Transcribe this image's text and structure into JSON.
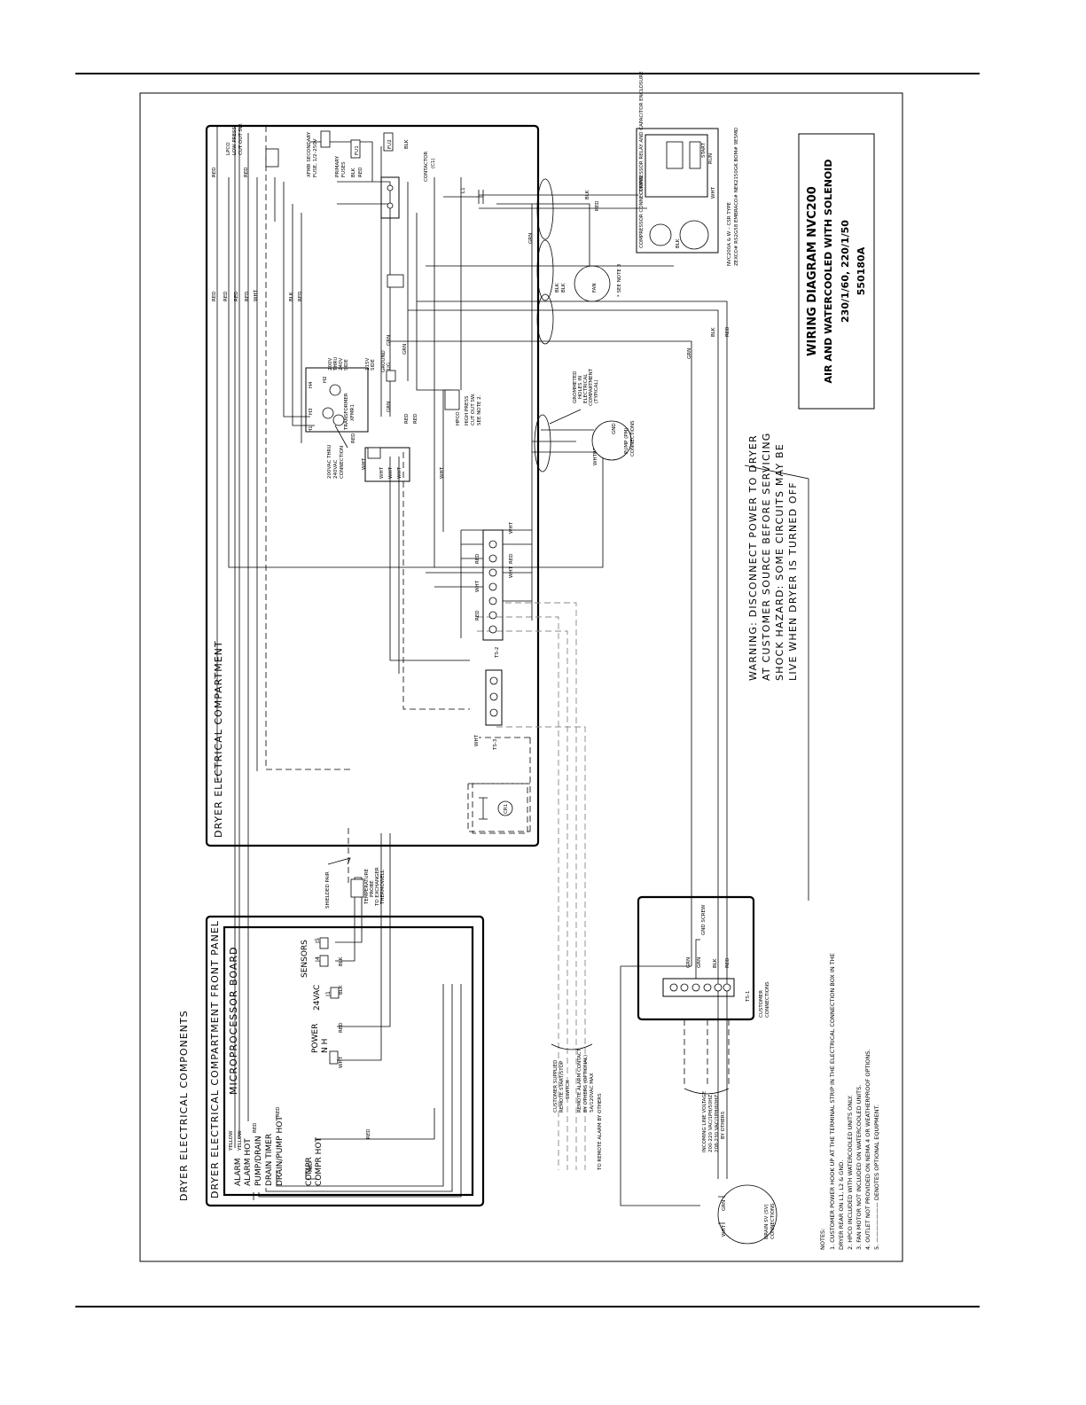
{
  "header": {},
  "title_block": {
    "title": "WIRING DIAGRAM NVC200",
    "subtitle": "AIR AND WATERCOOLED WITH SOLENOID",
    "rating": "230/1/60, 220/1/50",
    "drawing_number": "550180A"
  },
  "warning": {
    "lines": [
      "WARNING:  DISCONNECT POWER TO DRYER",
      "AT CUSTOMER SOURCE BEFORE SERVICING",
      "SHOCK HAZARD:  SOME CIRCUITS MAY BE",
      "LIVE WHEN DRYER IS TURNED OFF"
    ]
  },
  "sections": {
    "components": "DRYER ELECTRICAL COMPONENTS",
    "compartment": "DRYER ELECTRICAL COMPARTMENT",
    "front_panel": "DRYER ELECTRICAL COMPARTMENT FRONT PANEL",
    "microprocessor": "MICROPROCESSOR BOARD"
  },
  "board": {
    "outputs": [
      "ALARM",
      "ALARM HOT",
      "PUMP/DRAIN",
      "DRAIN TIMER",
      "DRAIN/PUMP HOT",
      "COMPR",
      "COMPR HOT"
    ],
    "power": "POWER",
    "power_nh": "N   H",
    "vac": "24VAC",
    "sensors": "SENSORS",
    "j1": "J1",
    "j4": "J4",
    "j5": "J5"
  },
  "components": {
    "lpco": "LPCO",
    "low_press": "LOW PRESS",
    "cut_out_sw": "CUT OUT SW.",
    "xfmr_fuse": "XFMR SECONDARY",
    "xfmr_fuse2": "FUSE, 1/2–250V",
    "primary": "PRIMARY",
    "fuses": "FUSES",
    "fu1": "FU1",
    "fu2": "FU2",
    "contactor": "CONTACTOR",
    "c1": "(C1)",
    "l1": "L1",
    "fan": "FAN",
    "see_note_3": "* SEE NOTE 3",
    "transformer": "TRANSFORMER",
    "xfmr1": "XFMR1",
    "h1": "H1",
    "h2": "H2",
    "h3": "H3",
    "h4": "H4",
    "v200": "200V",
    "thru": "THRU",
    "v240": "240V",
    "side": "SIDE",
    "v115": "115V",
    "side2": "SIDE",
    "ground": "GROUND",
    "lug": "LUG",
    "conn1": "200VAC THRU",
    "conn2": "240VAC",
    "conn3": "CONNECTION",
    "hpco": "HPCO",
    "high_press": "HIGH PRESS",
    "cut_out_sw2": "CUT OUT SW.",
    "see_note_2": "SEE NOTE 2.",
    "grommet1": "GROMMETED",
    "grommet2": "HOLES IN",
    "grommet3": "ELECTRICAL",
    "grommet4": "COMPARTMENT",
    "grommet5": "(TYPICAL)",
    "pump": "PUMP (PM)",
    "pump2": "CONNECTIONS",
    "gnd": "GND",
    "cr1": "CR1",
    "ts2": "TS-2",
    "ts3": "TS-3",
    "ts1": "TS-1",
    "shielded": "SHIELDED PAIR",
    "temp1": "TEMPERATURE",
    "temp2": "PROBE",
    "temp3": "TO EXCHANGER",
    "temp4": "THERMOWELL",
    "gnd_screw": "GND SCREW",
    "cust_conn1": "CUSTOMER",
    "cust_conn2": "CONNECTIONS",
    "compressor_type": "NVC200A & W – CSR TYPE",
    "compressor_model": "ZEXCO# RS2G58  EMBRACO# NEK2150GK  BOM# 9E5MD",
    "relay": "COMPRESSOR RELAY AND CAPACITOR ENCLOSURE",
    "comp_term": "COMPRESSOR CONNECTIONS",
    "start": "START",
    "run": "RUN",
    "drain_sv": "DRAIN SV (SV)",
    "drain_sv2": "CONNECTIONS"
  },
  "customer": {
    "remote_start_1": "CUSTOMER SUPPLIED",
    "remote_start_2": "REMOTE START/STOP",
    "remote_start_3": "SWITCH",
    "remote_alarm_1": "REMOTE ALARM CONTACT",
    "remote_alarm_2": "BY OTHERS (OPTIONAL)",
    "remote_alarm_3": "5A/120VAC MAX",
    "to_remote": "TO REMOTE ALARM BY OTHERS",
    "incoming_1": "INCOMING LINE VOLTAGE",
    "incoming_2": "200-220 VAC/1PH/50HZ",
    "incoming_3": "208-230 VAC/1PH/60HZ",
    "incoming_4": "BY OTHERS"
  },
  "wires": {
    "red": "RED",
    "blk": "BLK",
    "wht": "WHT",
    "grn": "GRN",
    "yellow": "YELLOW"
  },
  "notes": {
    "heading": "NOTES:",
    "items": [
      "1.  CUSTOMER POWER HOOK UP AT THE TERMINAL STRIP IN THE ELECTRICAL CONNECTION BOX IN THE",
      "     DRYER REAR ON L1, L2 & GND.",
      "2.  HPCO INCLUDED WITH WATERCOOLED UNITS ONLY.",
      "3.  FAN MOTOR NOT INCLUDED ON WATERCOOLED UNITS.",
      "4.  OUTLET NOT PROVIDED ON NEMA 4 OR WEATHERPROOF OPTIONS.",
      "5.  ———————  DENOTES OPTIONAL EQUIPMENT."
    ]
  }
}
